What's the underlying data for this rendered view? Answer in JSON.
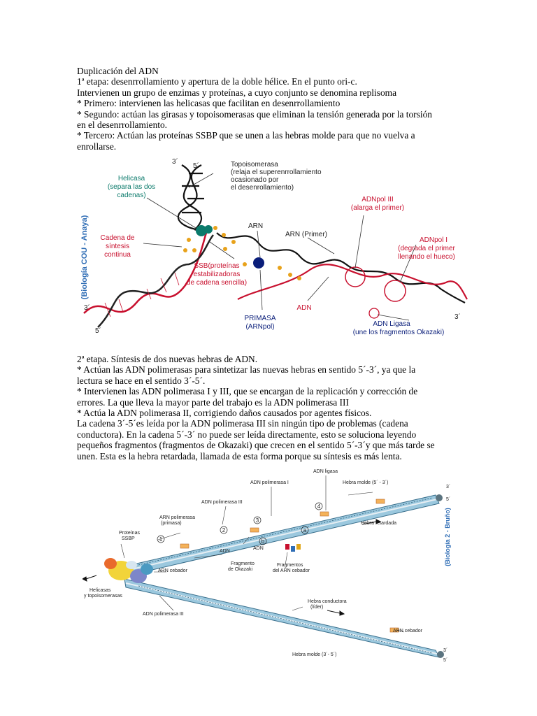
{
  "section1": {
    "title": "Duplicación del ADN",
    "lines": [
      "1ª etapa: desenrrollamiento y apertura de la doble hélice. En el punto ori-c.",
      "Intervienen un grupo de enzimas y proteínas, a cuyo conjunto se denomina replisoma",
      "* Primero: intervienen las helicasas que facilitan en desenrrollamiento",
      "* Segundo: actúan las girasas y topoisomerasas que eliminan la tensión generada por la torsión",
      "en el desenrrollamiento.",
      "* Tercero: Actúan las proteínas SSBP que se unen a las hebras molde para que no vuelva a",
      "enrollarse."
    ]
  },
  "figure1": {
    "side_label": "(Biología COU - Anaya)",
    "topoisomerasa": [
      "Topoisomerasa",
      "(relaja el superenrrollamiento",
      "ocasionado por",
      "el desenrollamiento)"
    ],
    "helicasa": [
      "Helicasa",
      "(separa las dos",
      "cadenas)"
    ],
    "cadena": [
      "Cadena de",
      "síntesis",
      "continua"
    ],
    "ssb": [
      "SSB(proteínas",
      "estabilizadoras",
      "de cadena sencilla)"
    ],
    "arn": "ARN",
    "arn_primer": "ARN (Primer)",
    "adnpol3": [
      "ADNpol III",
      "(alarga el primer)"
    ],
    "adnpol1": [
      "ADNpol I",
      "(degrada el primer",
      "llenando el hueco)"
    ],
    "primasa": [
      "PRIMASA",
      "(ARNpol)"
    ],
    "adn": "ADN",
    "ligasa": [
      "ADN Ligasa",
      "(une los fragmentos Okazaki)"
    ],
    "end_3a": "3´",
    "end_5a": "5´",
    "end_3b": "3´",
    "end_5b": "5´",
    "end_3c": "3´"
  },
  "section2": {
    "lines": [
      "2ª etapa. Síntesis de dos nuevas hebras de ADN.",
      "* Actúan las ADN polimerasas para sintetizar las nuevas hebras en sentido 5´-3´, ya que la",
      "lectura se hace en el sentido 3´-5´.",
      "* Intervienen las ADN polimerasa I y III, que se encargan de la replicación y corrección de",
      "errores. La que lleva la mayor parte del trabajo es la ADN polimerasa III",
      "* Actúa la ADN polimerasa II, corrigiendo daños causados por agentes físicos.",
      "La cadena 3´-5´es leída por la ADN polimerasa III sin ningún tipo de problemas (cadena",
      "conductora). En la cadena 5´-3´ no puede ser leída directamente, esto se soluciona leyendo",
      "pequeños fragmentos (fragmentos de Okazaki) que crecen en el sentido 5´-3´y que más tarde se",
      "unen. Esta es la hebra retardada, llamada de esta forma porque su síntesis es más lenta."
    ]
  },
  "figure2": {
    "side_label": "(Biología 2 - Bruño)",
    "adn_ligasa": "ADN ligasa",
    "adn_pol1": "ADN polimerasa I",
    "hebra_molde_top": "Hebra molde (5´ - 3´)",
    "adn_pol3_top": "ADN polimerasa III",
    "arn_pol": [
      "ARN polimerasa",
      "(primasa)"
    ],
    "proteinas": [
      "Proteínas",
      "SSBP"
    ],
    "hebra_retardada": "Hebra retardada",
    "adn1": "ADN",
    "adn2": "ADN",
    "fragmento": [
      "Fragmento",
      "de Okazaki"
    ],
    "fragmentos_arn": [
      "Fragmentos",
      "del ARN cebador"
    ],
    "arn_cebador1": "ARN cebador",
    "helicasas": [
      "Helicasas",
      "y topoisomerasas"
    ],
    "hebra_conductora": [
      "Hebra conductora",
      "(líder)"
    ],
    "adn_pol3_bottom": "ADN polimerasa III",
    "arn_cebador2": "ARN cebador",
    "hebra_molde_bottom": "Hebra molde (3´- 5´)",
    "n1": "1",
    "n2": "2",
    "n3": "3",
    "n4": "4",
    "na": "a",
    "nb": "b",
    "e3a": "3´",
    "e5a": "5´",
    "e3b": "3´",
    "e5b": "5´"
  }
}
